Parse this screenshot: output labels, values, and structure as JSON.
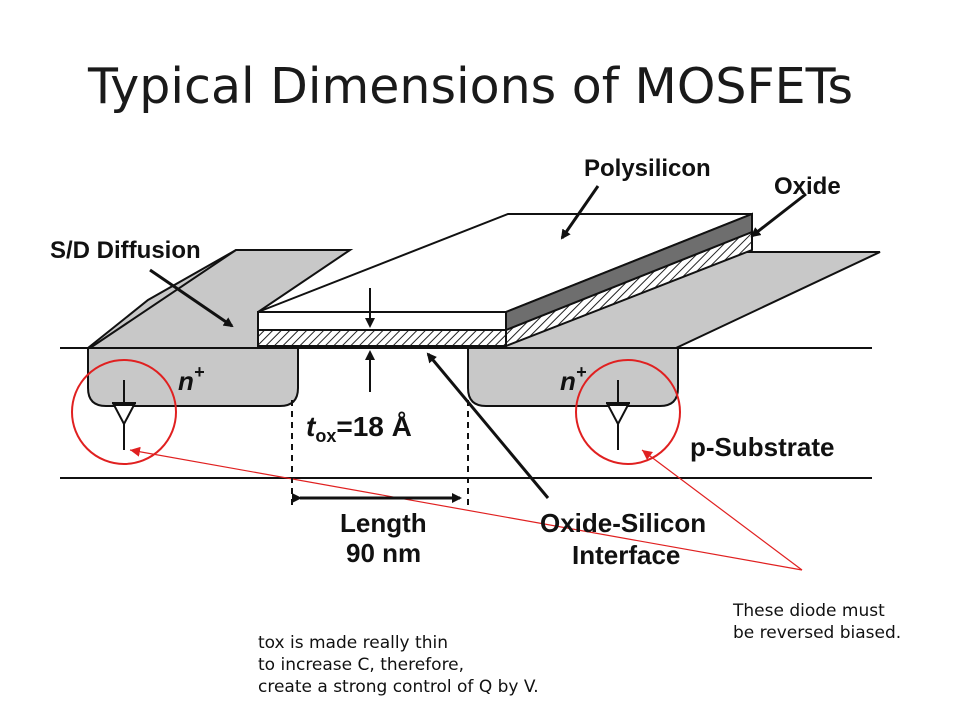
{
  "slide": {
    "title": "Typical Dimensions of MOSFETs"
  },
  "diagram": {
    "labels": {
      "polysilicon": "Polysilicon",
      "oxide": "Oxide",
      "sd_diffusion": "S/D Diffusion",
      "n_plus": "n",
      "plus_sup": "+",
      "tox_t": "t",
      "tox_sub": "ox",
      "tox_value": "=18 Å",
      "p_substrate": "p-Substrate",
      "length": "Length",
      "length_value": "90 nm",
      "oxide_silicon": "Oxide-Silicon",
      "interface": "Interface"
    },
    "colors": {
      "diffusion_fill": "#c8c8c8",
      "gate_dark": "#6e6e6e",
      "annotation_red": "#e02020"
    },
    "icons": [
      "diode-symbol",
      "diode-symbol"
    ]
  },
  "notes": {
    "diode_note": [
      "These diode must",
      "be reversed biased."
    ],
    "tox_note": [
      "tox is made really thin",
      "to increase C, therefore,",
      "create a strong control of Q by V."
    ]
  }
}
